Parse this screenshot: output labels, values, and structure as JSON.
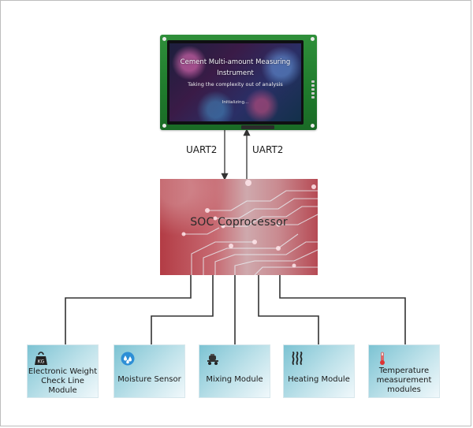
{
  "display": {
    "title_line1": "Cement Multi-amount Measuring",
    "title_line2": "Instrument",
    "subtitle": "Taking the complexity out of analysis",
    "status": "Initializing..."
  },
  "links": {
    "left_label": "UART2",
    "right_label": "UART2"
  },
  "soc": {
    "label": "SOC Coprocessor"
  },
  "modules": [
    {
      "name": "Electronic Weight Check Line Module",
      "icon": "weight-kg-icon",
      "lines": [
        "Electronic Weight",
        "Check Line",
        "Module"
      ]
    },
    {
      "name": "Moisture Sensor",
      "icon": "water-drop-icon",
      "lines": [
        "Moisture Sensor"
      ]
    },
    {
      "name": "Mixing Module",
      "icon": "mixer-icon",
      "lines": [
        "Mixing Module"
      ]
    },
    {
      "name": "Heating Module",
      "icon": "heat-waves-icon",
      "lines": [
        "Heating Module"
      ]
    },
    {
      "name": "Temperature measurement modules",
      "icon": "thermometer-icon",
      "lines": [
        "Temperature",
        "measurement",
        "modules"
      ]
    }
  ],
  "colors": {
    "pcb_green": "#1f7a2c",
    "soc_red": "#b33c45",
    "module_teal": "#7cc3d3",
    "connector_line": "#333333"
  }
}
